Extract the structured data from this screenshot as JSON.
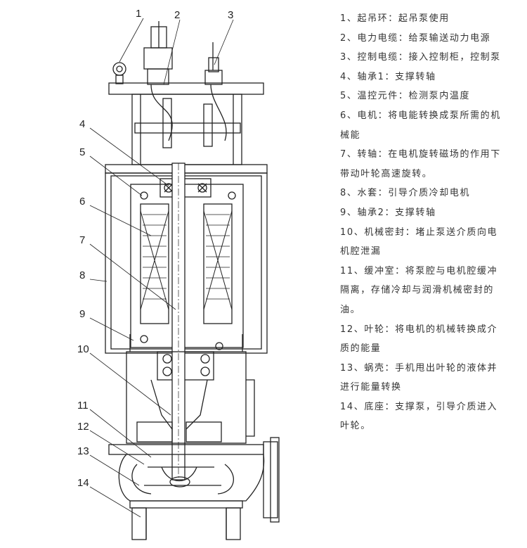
{
  "diagram": {
    "title_numbers": [
      "1",
      "2",
      "3",
      "4",
      "5",
      "6",
      "7",
      "8",
      "9",
      "10",
      "11",
      "12",
      "13",
      "14"
    ]
  },
  "legend": [
    "1、起吊环：起吊泵使用",
    "2、电力电缆：给泵输送动力电源",
    "3、控制电缆：接入控制柜，控制泵",
    "4、轴承1：支撑转轴",
    "5、温控元件：检测泵内温度",
    "6、电机：将电能转换成泵所需的机械能",
    "7、转轴：在电机旋转磁场的作用下带动叶轮高速旋转。",
    "8、水套：引导介质冷却电机",
    "9、轴承2：支撑转轴",
    "10、机械密封：堵止泵送介质向电机腔泄漏",
    "11、缓冲室：将泵腔与电机腔缓冲隔离，存储冷却与润滑机械密封的油。",
    "12、叶轮：将电机的机械转换成介质的能量",
    "13、蜗壳：手机甩出叶轮的液体并进行能量转换",
    "14、底座：支撑泵，引导介质进入叶轮。"
  ]
}
